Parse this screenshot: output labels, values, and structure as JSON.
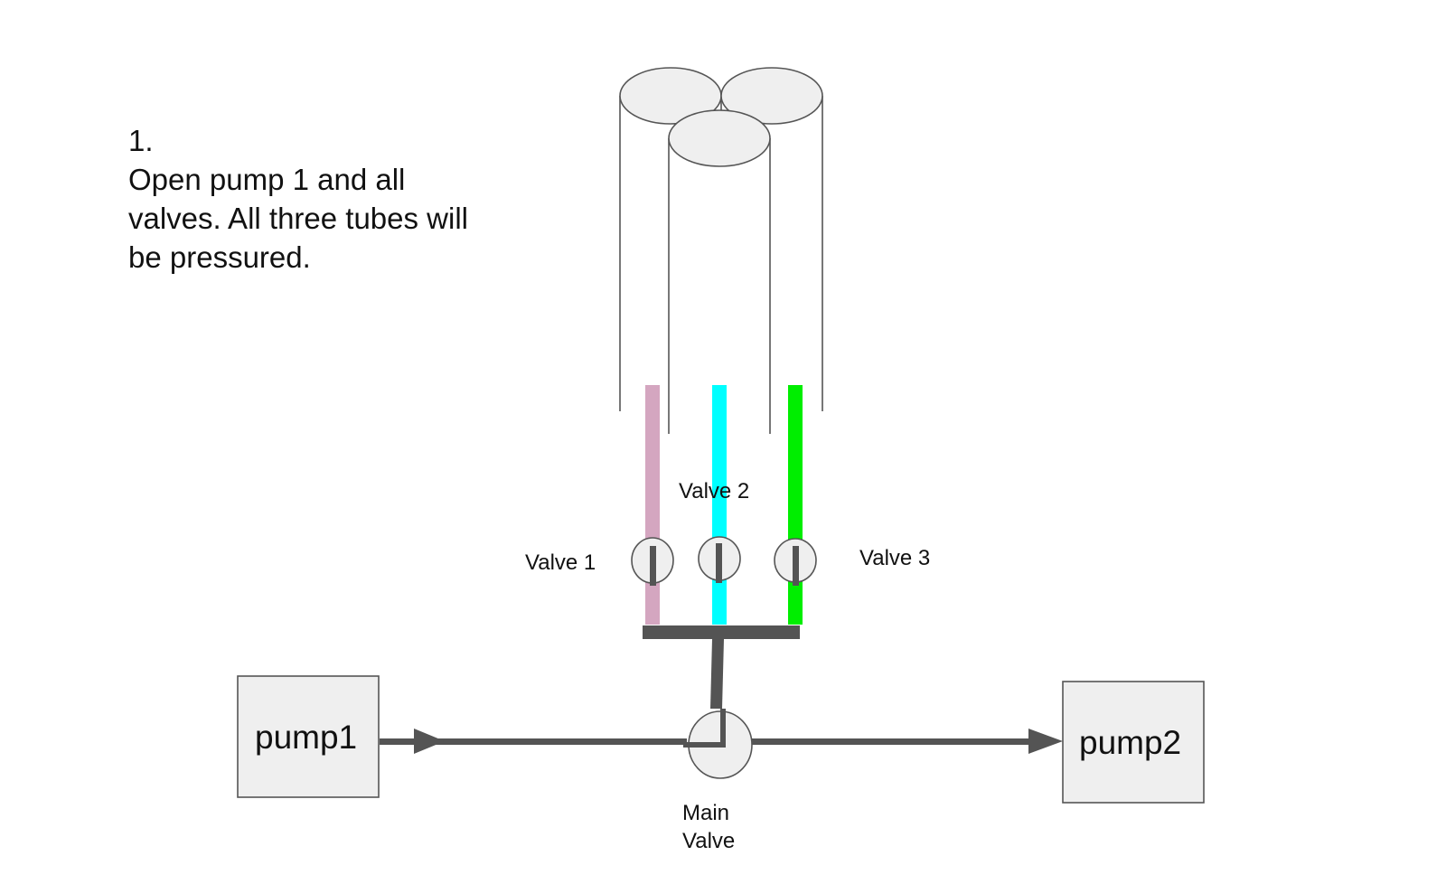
{
  "instructions": {
    "step": "1.",
    "lines": [
      "Open pump 1 and all",
      "valves. All three tubes will",
      "be pressured."
    ]
  },
  "valves": [
    {
      "label": "Valve 1",
      "color": "#d4a6c0"
    },
    {
      "label": "Valve 2",
      "color": "#00ffff"
    },
    {
      "label": "Valve 3",
      "color": "#00ee00"
    }
  ],
  "main_valve": {
    "label_line1": "Main",
    "label_line2": "Valve"
  },
  "pumps": [
    {
      "label": "pump1"
    },
    {
      "label": "pump2"
    }
  ],
  "colors": {
    "pipe": "#545454",
    "outline": "#555555",
    "fill": "#efefef"
  }
}
